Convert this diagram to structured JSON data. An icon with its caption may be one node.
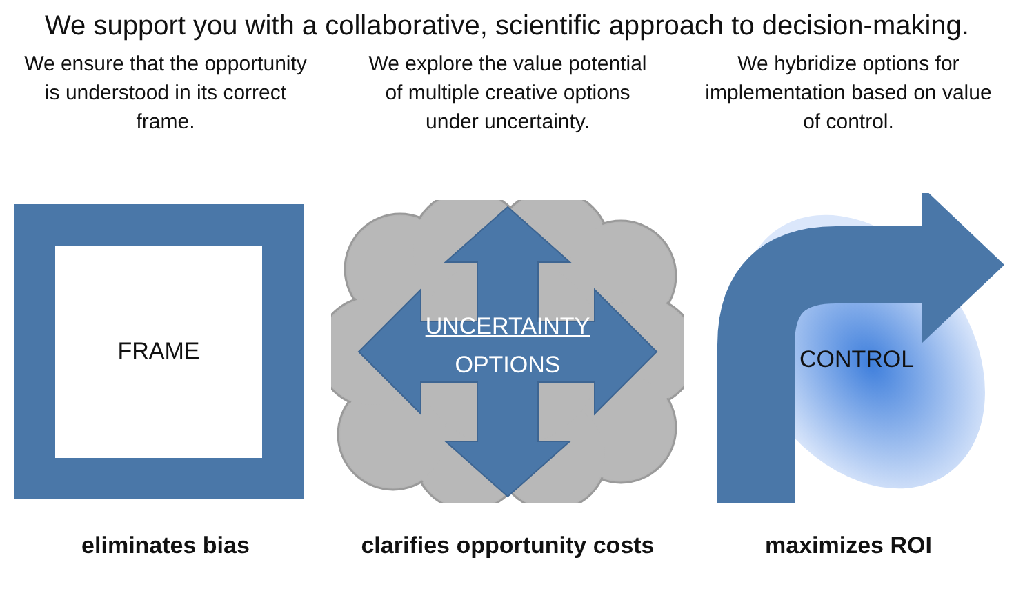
{
  "diagram": {
    "title": "We support you with a collaborative, scientific approach to decision-making.",
    "nodes": [
      {
        "text": [
          "FRAME"
        ],
        "beside": [
          "eliminates bias"
        ]
      },
      {
        "text": [
          "UNCERTAINTY",
          "OPTIONS"
        ],
        "beside": [
          "clarifies opportunity costs"
        ]
      },
      {
        "text": [
          "CONTROL"
        ],
        "beside": [
          "maximizes ROI"
        ]
      }
    ],
    "labels": [
      "We ensure that the opportunity is understood in its correct frame.",
      "We explore the value potential of multiple creative options under uncertainty.",
      "We hybridize options for implementation based on value of control."
    ]
  }
}
